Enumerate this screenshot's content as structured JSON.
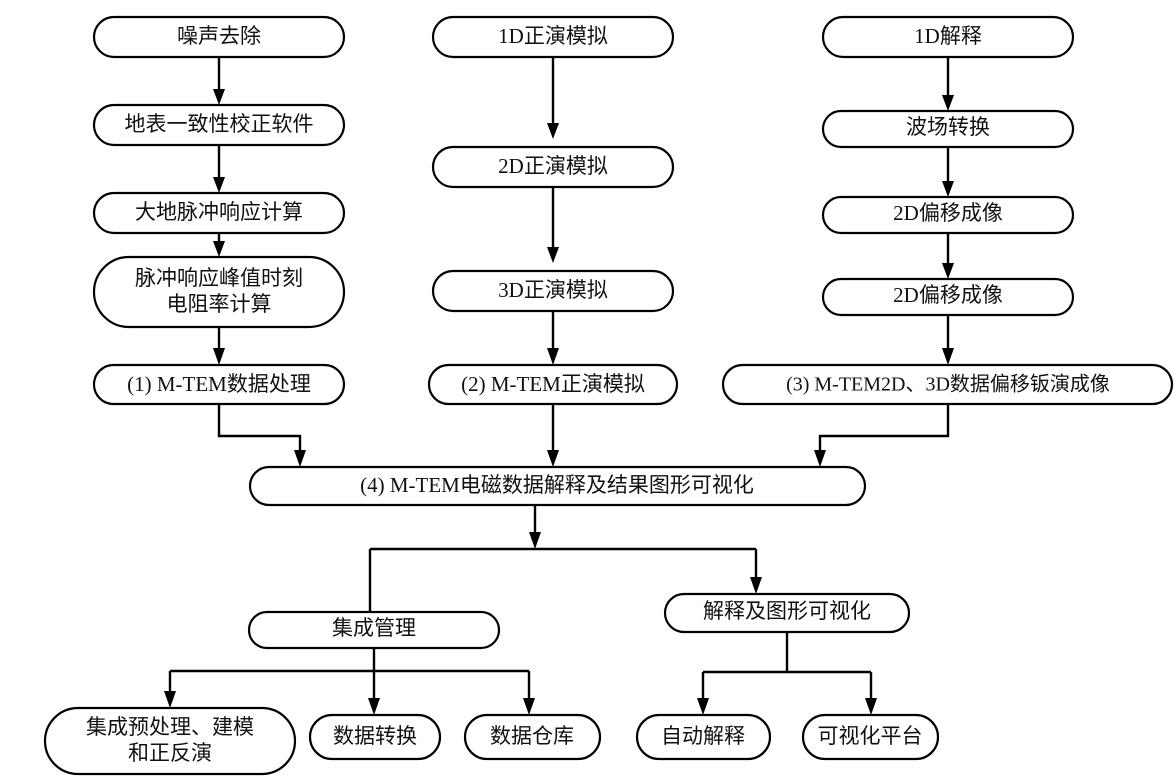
{
  "diagram": {
    "title": "M-TEM 电磁数据处理解释系统流程图",
    "type": "flowchart",
    "background_color": "#ffffff",
    "line_color": "#000000",
    "text_color": "#111111",
    "columns": [
      {
        "name": "data-processing-column",
        "heading_node": "(1) M-TEM数据处理",
        "steps": [
          "噪声去除",
          "地表一致性校正软件",
          "大地脉冲响应计算",
          "脉冲响应峰值时刻\n电阻率计算"
        ]
      },
      {
        "name": "forward-modeling-column",
        "heading_node": "(2) M-TEM正演模拟",
        "steps": [
          "1D正演模拟",
          "2D正演模拟",
          "3D正演模拟"
        ]
      },
      {
        "name": "interpretation-column",
        "heading_node": "(3) M-TEM2D、3D数据偏移钣演成像",
        "steps": [
          "1D解释",
          "波场转换",
          "2D偏移成像",
          "2D偏移成像"
        ]
      }
    ],
    "nodes": [
      {
        "id": "n1",
        "label": "噪声去除",
        "lines": [
          "噪声去除"
        ]
      },
      {
        "id": "n2",
        "label": "地表一致性校正软件",
        "lines": [
          "地表一致性校正软件"
        ]
      },
      {
        "id": "n3",
        "label": "大地脉冲响应计算",
        "lines": [
          "大地脉冲响应计算"
        ]
      },
      {
        "id": "n4",
        "label": "脉冲响应峰值时刻 电阻率计算",
        "lines": [
          "脉冲响应峰值时刻",
          "电阻率计算"
        ]
      },
      {
        "id": "n5",
        "label": "(1) M-TEM数据处理",
        "lines": [
          "(1) M-TEM数据处理"
        ]
      },
      {
        "id": "n6",
        "label": "1D正演模拟",
        "lines": [
          "1D正演模拟"
        ]
      },
      {
        "id": "n7",
        "label": "2D正演模拟",
        "lines": [
          "2D正演模拟"
        ]
      },
      {
        "id": "n8",
        "label": "3D正演模拟",
        "lines": [
          "3D正演模拟"
        ]
      },
      {
        "id": "n9",
        "label": "(2) M-TEM正演模拟",
        "lines": [
          "(2) M-TEM正演模拟"
        ]
      },
      {
        "id": "n10",
        "label": "1D解释",
        "lines": [
          "1D解释"
        ]
      },
      {
        "id": "n11",
        "label": "波场转换",
        "lines": [
          "波场转换"
        ]
      },
      {
        "id": "n12",
        "label": "2D偏移成像",
        "lines": [
          "2D偏移成像"
        ]
      },
      {
        "id": "n13",
        "label": "2D偏移成像",
        "lines": [
          "2D偏移成像"
        ]
      },
      {
        "id": "n14",
        "label": "(3) M-TEM2D、3D数据偏移钣演成像",
        "lines": [
          "(3) M-TEM2D、3D数据偏移钣演成像"
        ]
      },
      {
        "id": "n15",
        "label": "(4) M-TEM电磁数据解释及结果图形可视化",
        "lines": [
          "(4) M-TEM电磁数据解释及结果图形可视化"
        ]
      },
      {
        "id": "n16",
        "label": "集成管理",
        "lines": [
          "集成管理"
        ]
      },
      {
        "id": "n17",
        "label": "解释及图形可视化",
        "lines": [
          "解释及图形可视化"
        ]
      },
      {
        "id": "n18",
        "label": "集成预处理、建模 和正反演",
        "lines": [
          "集成预处理、建模",
          "和正反演"
        ]
      },
      {
        "id": "n19",
        "label": "数据转换",
        "lines": [
          "数据转换"
        ]
      },
      {
        "id": "n20",
        "label": "数据仓库",
        "lines": [
          "数据仓库"
        ]
      },
      {
        "id": "n21",
        "label": "自动解释",
        "lines": [
          "自动解释"
        ]
      },
      {
        "id": "n22",
        "label": "可视化平台",
        "lines": [
          "可视化平台"
        ]
      }
    ],
    "edges": [
      "噪声去除 → 地表一致性校正软件",
      "地表一致性校正软件 → 大地脉冲响应计算",
      "大地脉冲响应计算 → 脉冲响应峰值时刻电阻率计算",
      "脉冲响应峰值时刻电阻率计算 → (1) M-TEM数据处理",
      "1D正演模拟 → 2D正演模拟",
      "2D正演模拟 → 3D正演模拟",
      "3D正演模拟 → (2) M-TEM正演模拟",
      "1D解释 → 波场转换",
      "波场转换 → 2D偏移成像",
      "2D偏移成像 → 2D偏移成像",
      "2D偏移成像 → (3) M-TEM2D、3D数据偏移钣演成像",
      "(1) M-TEM数据处理 → (4) M-TEM电磁数据解释及结果图形可视化",
      "(2) M-TEM正演模拟 → (4) M-TEM电磁数据解释及结果图形可视化",
      "(3) M-TEM2D、3D数据偏移钣演成像 → (4) M-TEM电磁数据解释及结果图形可视化",
      "(4) M-TEM电磁数据解释及结果图形可视化 → 集成管理",
      "(4) M-TEM电磁数据解释及结果图形可视化 → 解释及图形可视化",
      "集成管理 → 集成预处理、建模和正反演",
      "集成管理 → 数据转换",
      "集成管理 → 数据仓库",
      "解释及图形可视化 → 自动解释",
      "解释及图形可视化 → 可视化平台"
    ]
  }
}
